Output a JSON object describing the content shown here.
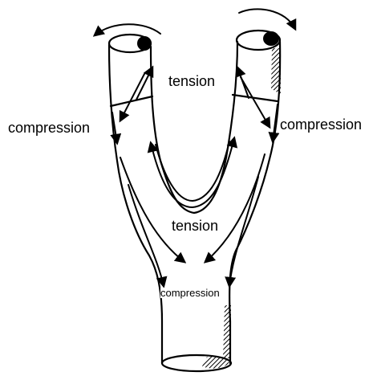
{
  "figure": {
    "labels": {
      "tension_top": "tension",
      "compression_left": "compression",
      "compression_right": "compression",
      "tension_middle": "tension",
      "compression_lower": "compression"
    },
    "colors": {
      "ink": "#000000",
      "background": "#ffffff"
    }
  }
}
